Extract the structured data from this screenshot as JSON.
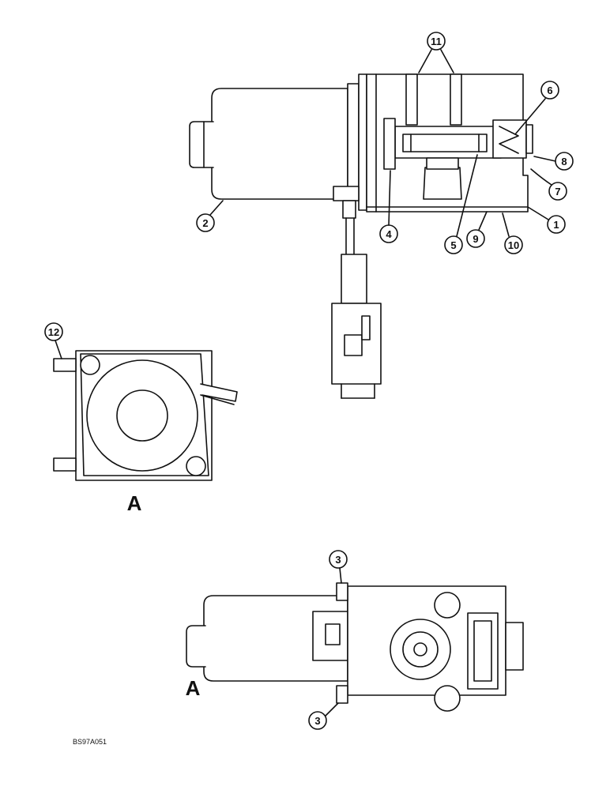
{
  "callouts": {
    "c1": "1",
    "c2": "2",
    "c3a": "3",
    "c3b": "3",
    "c4": "4",
    "c5": "5",
    "c6": "6",
    "c7": "7",
    "c8": "8",
    "c9": "9",
    "c10": "10",
    "c11": "11",
    "c12": "12"
  },
  "view_labels": {
    "end_view": "A",
    "side_view": "A"
  },
  "drawing_code": "BS97A051"
}
